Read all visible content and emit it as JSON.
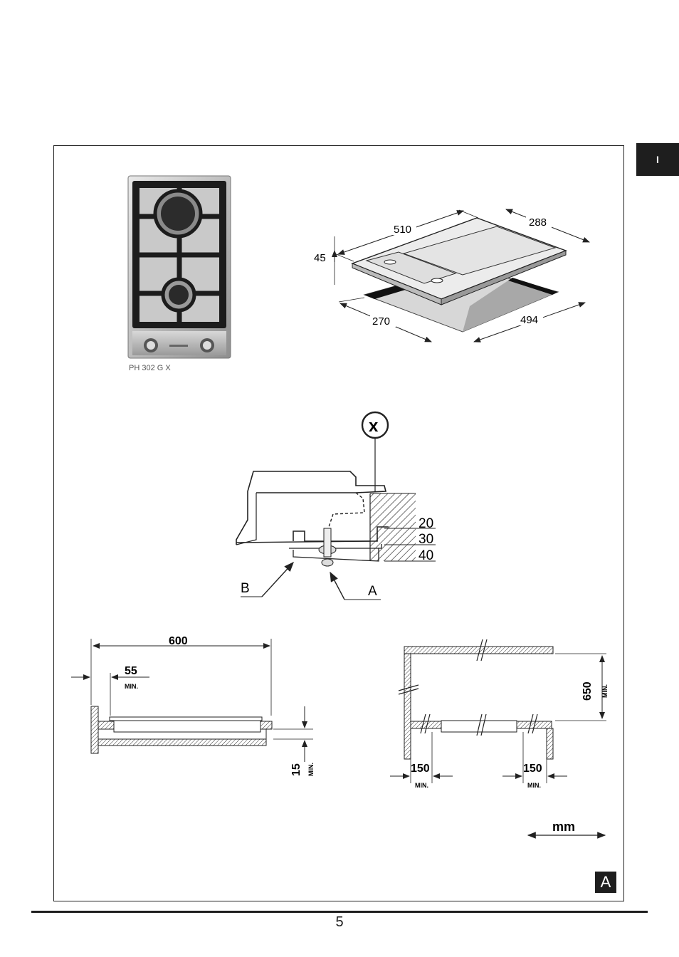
{
  "language_tab": "I",
  "product": {
    "model_label": "PH 302 G X"
  },
  "dimensions_top": {
    "d510": "510",
    "d288": "288",
    "d45": "45",
    "d270": "270",
    "d494": "494"
  },
  "section_detail": {
    "x_marker": "x",
    "d20": "20",
    "d30": "30",
    "d40": "40",
    "label_b": "B",
    "label_a": "A"
  },
  "clearance_side": {
    "d600": "600",
    "d55": "55",
    "min1": "MIN.",
    "d15": "15",
    "min2": "MIN."
  },
  "clearance_front": {
    "d650": "650",
    "min_v": "MIN.",
    "d150_left": "150",
    "min_l": "MIN.",
    "d150_right": "150",
    "min_r": "MIN."
  },
  "units_label": "mm",
  "figure_label": "A",
  "page_number": "5"
}
